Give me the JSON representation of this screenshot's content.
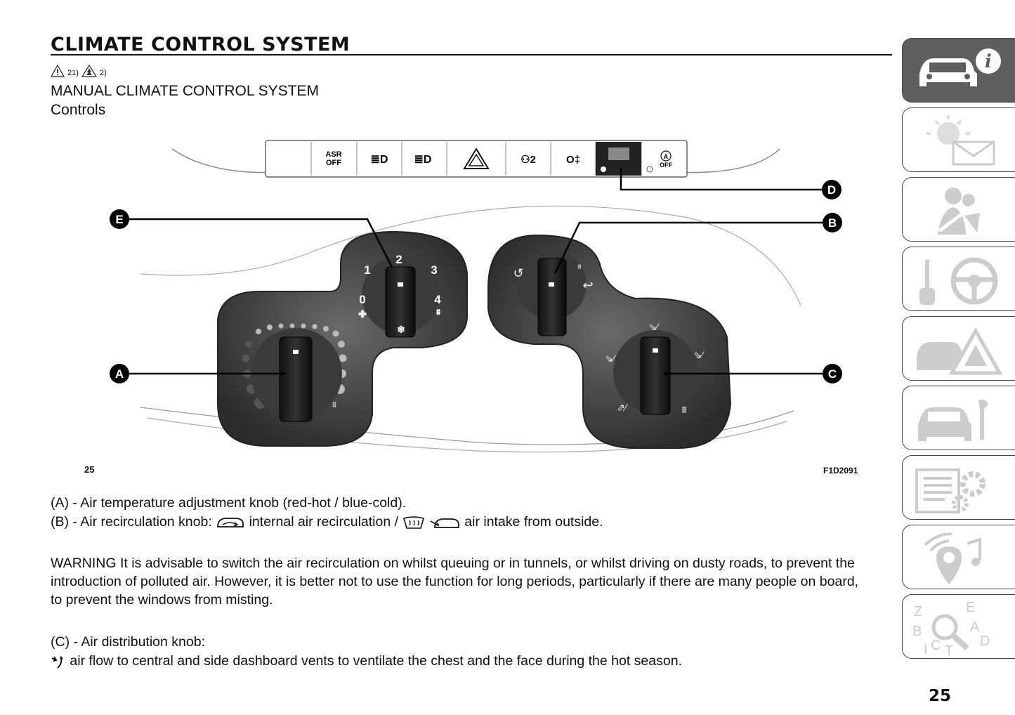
{
  "page": {
    "title": "CLIMATE CONTROL SYSTEM",
    "refs": [
      "21)",
      "2)"
    ],
    "section_title": "MANUAL CLIMATE CONTROL SYSTEM",
    "subsection_title": "Controls",
    "page_number": "25"
  },
  "figure": {
    "number": "25",
    "code": "F1D2091",
    "callouts": [
      "A",
      "B",
      "C",
      "D",
      "E"
    ],
    "panel_buttons": [
      "ASR\nOFF",
      "",
      "",
      "",
      "",
      "",
      "",
      "OFF"
    ],
    "fan_speeds": [
      "0",
      "1",
      "2",
      "3",
      "4"
    ]
  },
  "text": {
    "item_a": "(A) - Air temperature adjustment knob (red-hot / blue-cold).",
    "item_b_prefix": "(B) - Air recirculation knob: ",
    "item_b_mid": " internal air recirculation / ",
    "item_b_suffix": " air intake from outside.",
    "warning": "WARNING It is advisable to switch the air recirculation on whilst queuing or in tunnels, or whilst driving on dusty roads, to prevent the introduction of polluted air. However, it is better not to use the function for long periods, particularly if there are many people on board, to prevent the windows from misting.",
    "item_c": "(C) - Air distribution knob:",
    "item_c_line": " air flow to central and side dashboard vents to ventilate the chest and the face during the hot season."
  },
  "side_tabs": [
    {
      "icon": "car-info-icon",
      "active": true
    },
    {
      "icon": "warning-lights-icon",
      "active": false
    },
    {
      "icon": "seatbelt-airbag-icon",
      "active": false
    },
    {
      "icon": "key-steering-icon",
      "active": false
    },
    {
      "icon": "accident-triangle-icon",
      "active": false
    },
    {
      "icon": "car-tools-icon",
      "active": false
    },
    {
      "icon": "technical-data-icon",
      "active": false
    },
    {
      "icon": "multimedia-icon",
      "active": false
    },
    {
      "icon": "index-search-icon",
      "active": false
    }
  ]
}
